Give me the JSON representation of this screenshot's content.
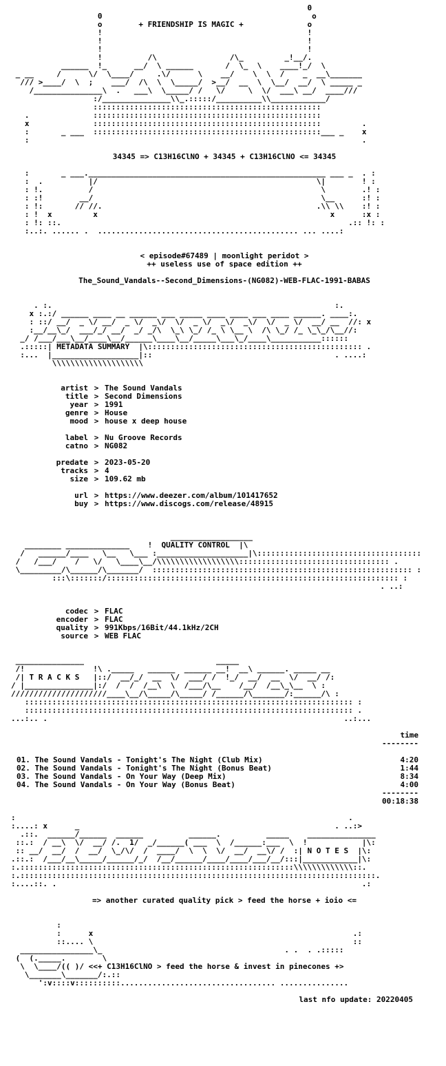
{
  "header": {
    "art_top": [
      "                                                                 0",
      "                   0                                              o",
      "                   o        + FRIENDSHIP IS MAGIC +              o",
      "                   !                                             !",
      "                   !                                             !",
      "                   !                                             !",
      "                   !          /\\                /\\_         _!__/.",
      "           ______  !_      __/  \\ ______       /  \\_  \\    ____!_/  \\",
      " _ __     /      \\/  \\____/     .\\/      \\    __/    \\  \\  /    _  __\\_______",
      "  /// >____/  \\  ;    ___/  /\\  \\  \\_____/  >__/  __  \\  \\__/  __/  \\ _____ _",
      "    /_______________\\  .   ___\\  \\_____/ /   \\/     \\  \\/  ___\\ __/  ____///",
      "                  :/_______________\\\\_.:::::/__________\\\\____________/",
      "                  ::::::::::::::::::::::::::::::::::::::::::::::::::",
      "   .              ::::::::::::::::::::::::::::::::::::::::::::::::::",
      "   x              ::::::::::::::::::::::::::::::::::::::::::::::::::         .",
      "   :       _ ___  ::::::::::::::::::::::::::::::::::::::::::::::::::___ _    x",
      "   :                                                                         ."
    ],
    "formula": "34345 => C13H16ClNO + 34345 + C13H16ClNO <= 34345",
    "art_mid": [
      "   :       _ ___.____________________________________________________ ___ _  . :",
      "   :  .          |/                                                \\|        ! :",
      "   : !.          /                                                  \\        .! :",
      "   : :!        __/                                                  \\__      :! :",
      "   : !:       // //.                                               .\\\\ \\\\    :! :",
      "   : !  x         x                                                   x      :x :",
      "   : !: ::.                                                               .:: !: :",
      "   :..:. ...... .  ............................................ ... ....:"
    ],
    "episode": "< episode#67489 | moonlight peridot >",
    "tagline": "++ useless use of space edition ++",
    "release": "The_Sound_Vandals--Second_Dimensions-(NG082)-WEB-FLAC-1991-BABAS"
  },
  "metadata": {
    "art_top": [
      "     . :.                                                              :.",
      "    x :.:/ ______ ____ __ ______ ___ _____ ____ ____ ___ ____ ______. ____:.",
      "    : ::/ __/  _ \\/ __/  _ \\/  _\\/  \\/  _ \\/  _\\/  _\\/  \\/  _ \\/  __/ __  //: x",
      "    :__/__\\_/  ___/_/ __/  _/ _/\\  \\_\\ \\_/ /_ \\ \\__ \\  /\\ \\_/ /_ \\_\\_/\\__//:",
      "  _/ /___/___\\__/____\\__/______\\____\\__/_____\\___\\_/____\\___________::::::"
    ],
    "title": "METADATA SUMMARY",
    "art_bottom": [
      "  .:::::| METADATA SUMMARY  |\\::::::::::::::::::::::::::::::::::::::::::::::: .",
      "  :...  |___________________|::                                        . ....:",
      "         \\\\\\\\\\\\\\\\\\\\\\\\\\\\\\\\\\\\\\\\"
    ],
    "fields": {
      "artist": {
        "key": "artist",
        "value": "The Sound Vandals"
      },
      "title": {
        "key": "title",
        "value": "Second Dimensions"
      },
      "year": {
        "key": "year",
        "value": "1991"
      },
      "genre": {
        "key": "genre",
        "value": "House"
      },
      "mood": {
        "key": "mood",
        "value": "house x deep house"
      },
      "label": {
        "key": "label",
        "value": "Nu Groove Records"
      },
      "catno": {
        "key": "catno",
        "value": "NG082"
      },
      "predate": {
        "key": "predate",
        "value": "2023-05-20"
      },
      "tracks": {
        "key": "tracks",
        "value": "4"
      },
      "size": {
        "key": "size",
        "value": "109.62 mb"
      },
      "url": {
        "key": "url",
        "value": "https://www.deezer.com/album/101417652"
      },
      "buy": {
        "key": "buy",
        "value": "https://www.discogs.com/release/48915"
      }
    },
    "separator": ">"
  },
  "quality": {
    "art": [
      "                                   __________________",
      "   ________ ______________    !  QUALITY CONTROL  |\\",
      "  /   ______/____   \\__   \\___ :____________________|\\::::::::::::::::::::::::::::::::::::",
      " /   /___/    /   \\/   \\____\\__/\\\\\\\\\\\\\\\\\\\\\\\\\\\\\\\\\\\\::::::::::::::::::::::::::::::::: .",
      " \\_________/\\______/\\_______/  ::::::::::::::::::::::::::::::::::::::::::::::::::::::::: :",
      "         :::\\:::::::/:::::::::::::::::::::::::::::::::::::::::::::::::::::::::::::::: :",
      "                                                                                 . ..:"
    ],
    "title": "QUALITY CONTROL",
    "fields": {
      "codec": {
        "key": "codec",
        "value": "FLAC"
      },
      "encoder": {
        "key": "encoder",
        "value": "FLAC"
      },
      "quality": {
        "key": "quality",
        "value": "991Kbps/16Bit/44.1kHz/2CH"
      },
      "source": {
        "key": "source",
        "value": "WEB FLAC"
      }
    }
  },
  "tracks": {
    "art": [
      " _______________                             _____",
      " /!               !\\ ._____   ______  ______ __!  __\\ ______. _____ __",
      " /| T R A C K S   |::/  __/_/  __  \\/  ___/ /  !_/  __/  __  \\/  __/ /:",
      "/ |_______________|:/  /  /  /__\\  \\  /___/\\__    /__/  /__\\_\\__  \\ :",
      "/////////////////////____\\__/\\_____/\\_____/ /______/\\_______/:______/\\ :",
      "   :::::::::::::::::::::::::::::::::::::::::::::::::::::::::::::::::::::::: :",
      "   :::::::::::::::::::::::::::::::::::::::::::::::::::::::::::::::::::::::: .",
      "...:.. .                                                                 ..:..."
    ],
    "time_header": "time",
    "time_rule": "--------",
    "items": [
      {
        "text": "01. The Sound Vandals - Tonight's The Night (Club Mix)",
        "time": "4:20"
      },
      {
        "text": "02. The Sound Vandals - Tonight's The Night (Bonus Beat)",
        "time": "1:44"
      },
      {
        "text": "03. The Sound Vandals - On Your Way (Deep Mix)",
        "time": "8:34"
      },
      {
        "text": "04. The Sound Vandals - On Your Way (Bonus Beat)",
        "time": "4:00"
      }
    ],
    "total_rule": "--------",
    "total": "00:18:38"
  },
  "notes": {
    "art": [
      ":                                                                         .",
      ":....: x      _                                                        . ..:>",
      "  .::.  ______/______  ______          ______.          _____    _______________",
      " ::.:  / __\\  \\/  __/ /.  1/  _/______( ___  \\  /______:___  \\  !            |\\:",
      " :: __/  __/  /  __/  \\_/\\/  /  ____/  \\  \\  \\/  __/  __\\/ /  :| N O T E S  |\\:",
      ".::.:  /___/__\\_____/______/_/  /__/______/____/____/___/__/:::|____________|\\:",
      ":.::::::::::::::::::::::::::::::::::::::::::::::::::::::::::::\\\\\\\\\\\\\\\\\\\\\\\\\\::.",
      ":.::::::::::::::::::::::::::::::::::::::::::::::::::::::::::::::::::::::::::::::.",
      ":....::. .                                                                   .:"
    ],
    "title": "N O T E S",
    "pick": "=> another curated quality pick > feed the horse + ioio <="
  },
  "footer": {
    "art": [
      "          :",
      "          :      x                                                         .:",
      "          ::.... \\                                                         ::",
      "  ________________\\_                                        . .  . .:::::",
      " (  (._____.        \\",
      "  \\  \\____/((_)/",
      "   \\_______\\_______/:.::",
      "      ':v::::v::::::::::.................................. ..............."
    ],
    "invest": "<<+ C13H16ClNO > feed the horse & invest in pinecones +>",
    "last_update": "last nfo update: 20220405"
  }
}
